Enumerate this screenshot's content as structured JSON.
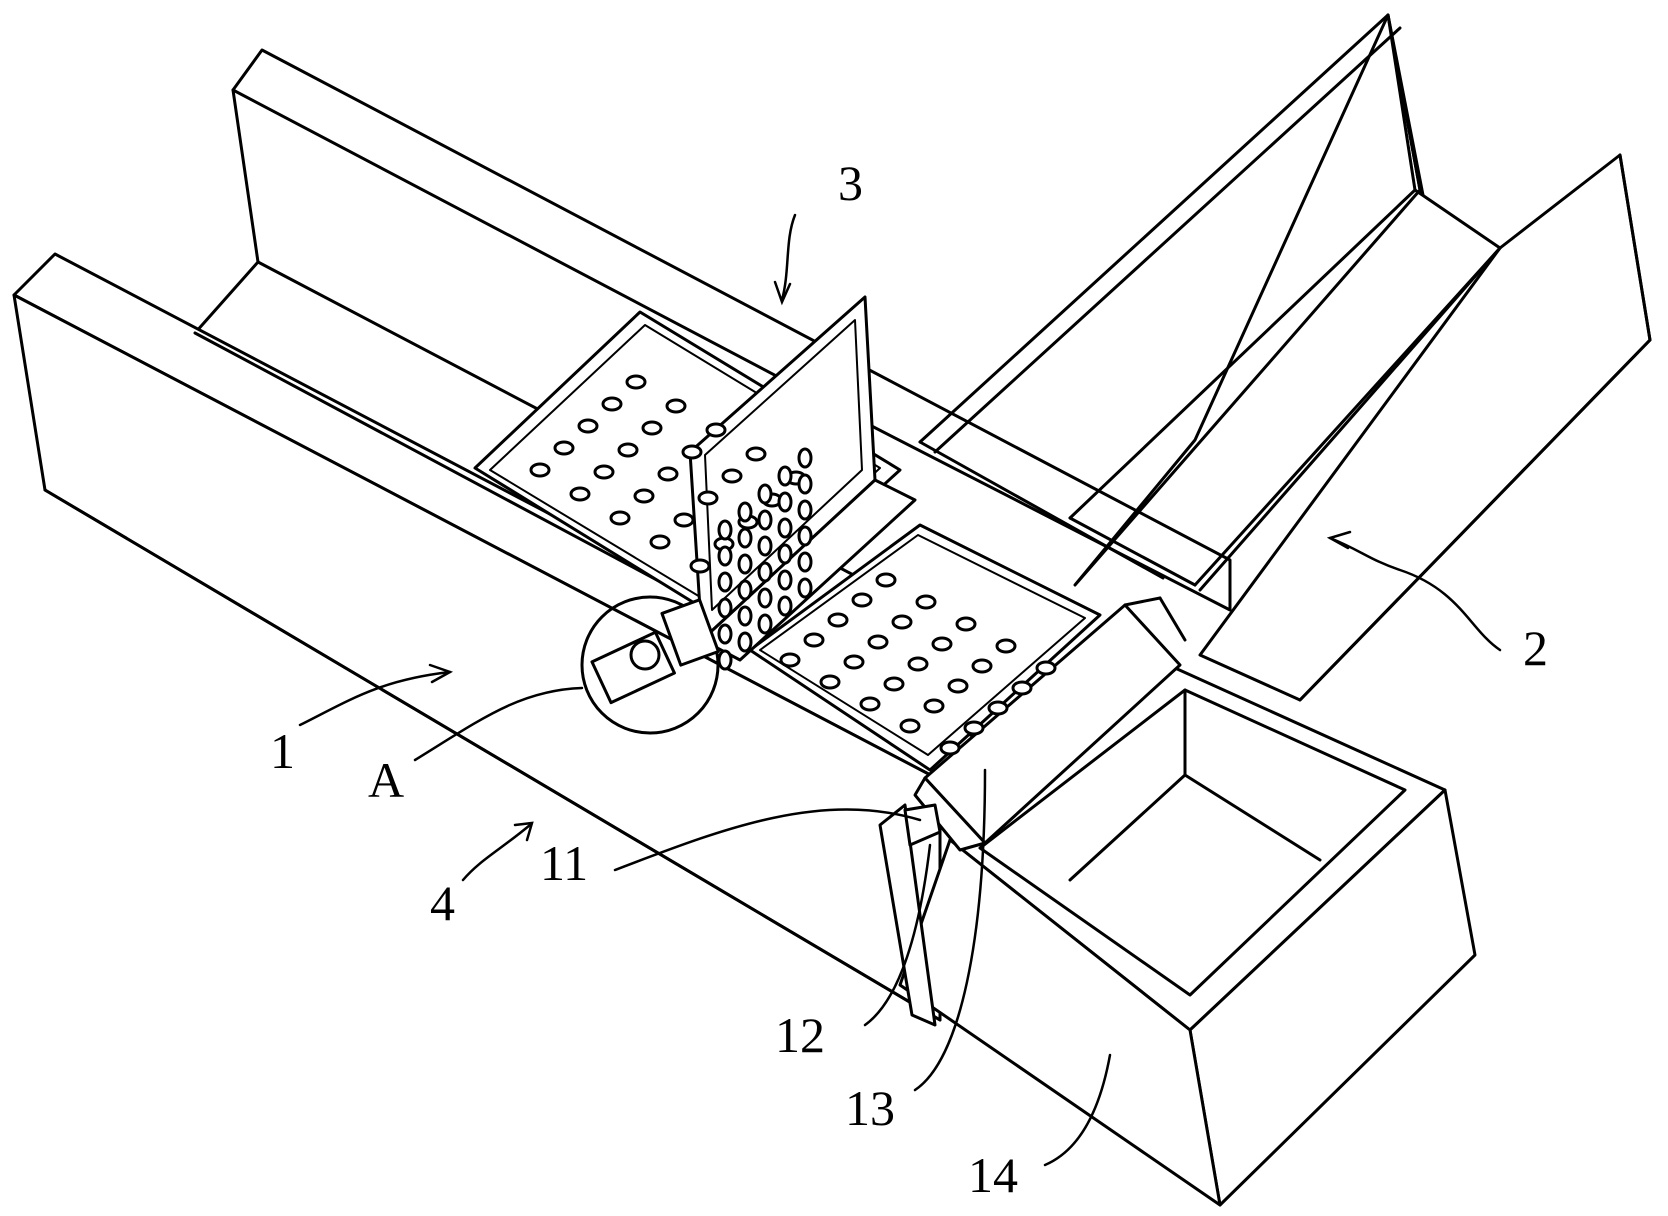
{
  "labels": {
    "l1": "1",
    "l2": "2",
    "l3": "3",
    "l4": "4",
    "lA": "A",
    "l11": "11",
    "l12": "12",
    "l13": "13",
    "l14": "14"
  }
}
